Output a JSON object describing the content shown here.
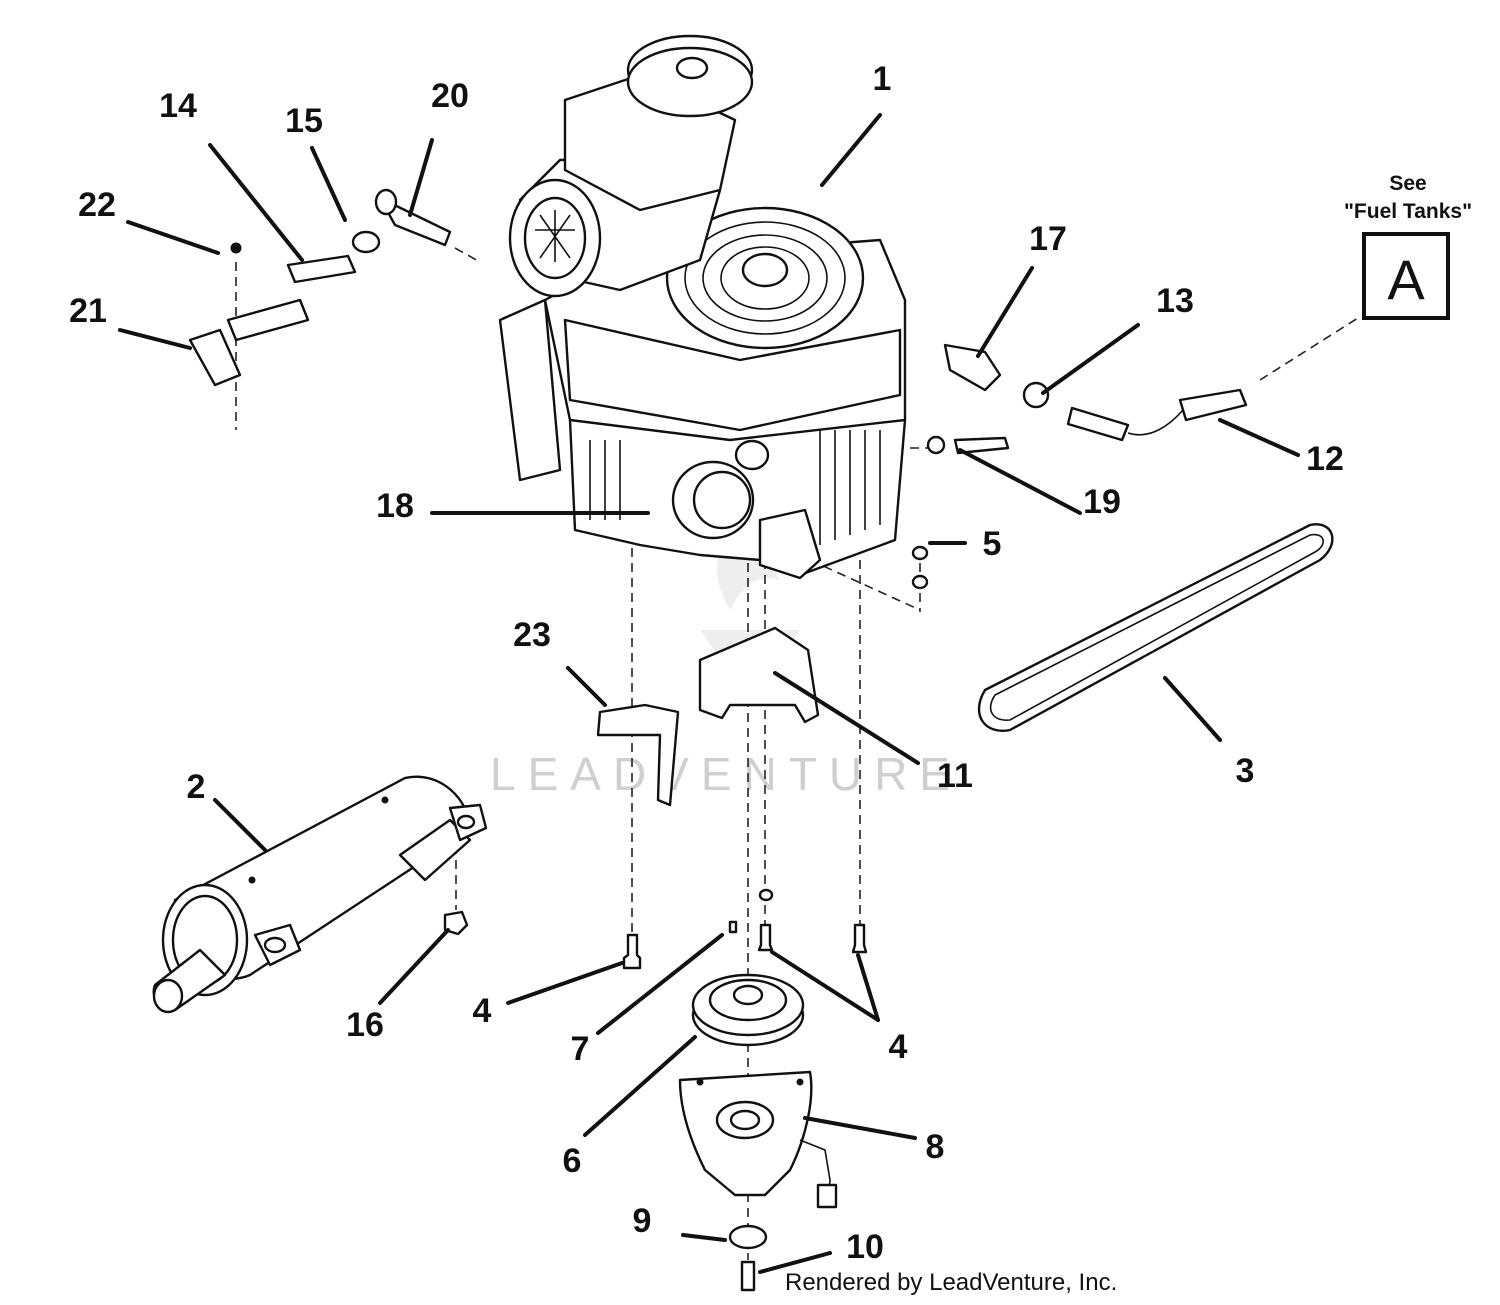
{
  "labels": {
    "l1": "1",
    "l2": "2",
    "l3": "3",
    "l4a": "4",
    "l4b": "4",
    "l5": "5",
    "l6": "6",
    "l7": "7",
    "l8": "8",
    "l9": "9",
    "l10": "10",
    "l11": "11",
    "l12": "12",
    "l13": "13",
    "l14": "14",
    "l15": "15",
    "l16": "16",
    "l17": "17",
    "l18": "18",
    "l19": "19",
    "l20": "20",
    "l21": "21",
    "l22": "22",
    "l23": "23"
  },
  "reference": {
    "see": "See",
    "target": "\"Fuel Tanks\"",
    "letter": "A"
  },
  "watermark": "LEADVENTURE",
  "credit": "Rendered by LeadVenture, Inc."
}
